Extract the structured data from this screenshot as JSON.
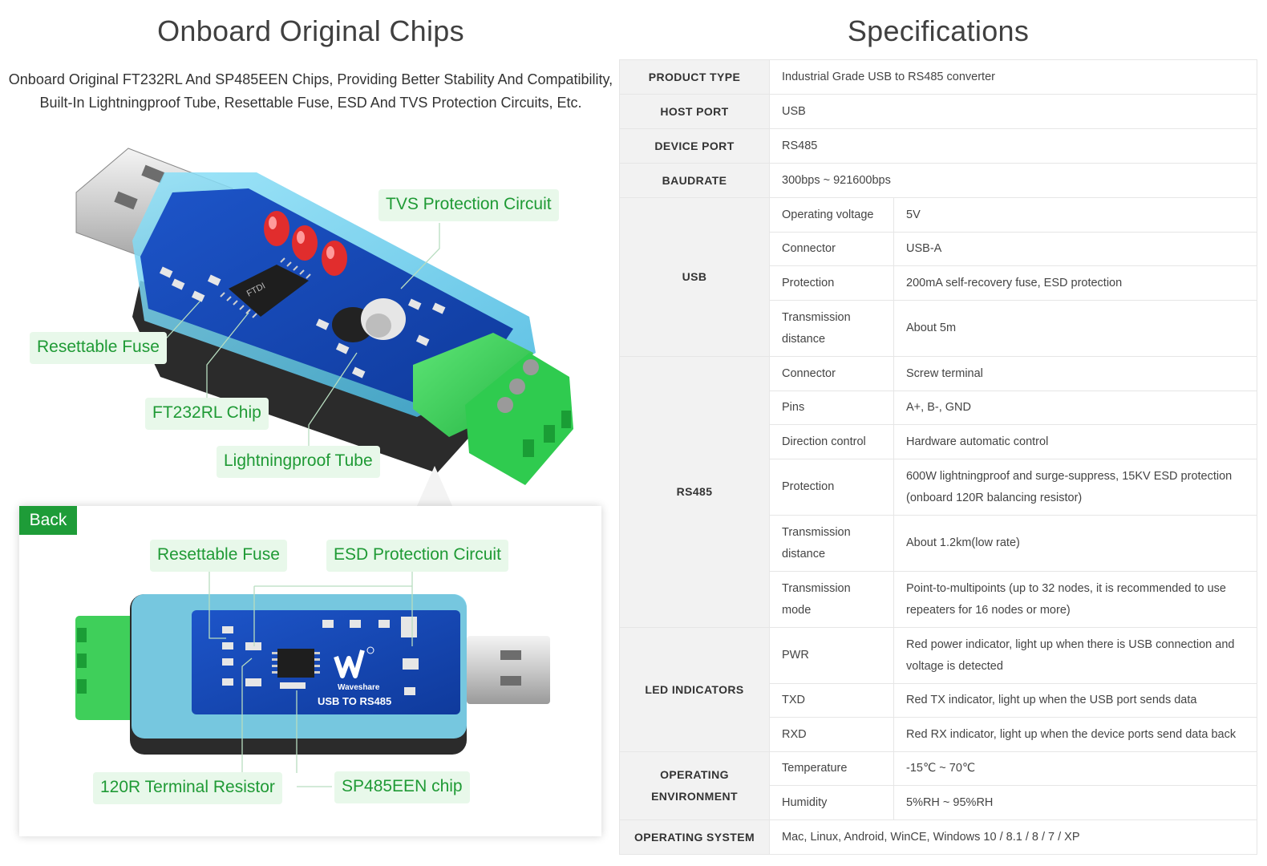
{
  "left": {
    "title": "Onboard Original Chips",
    "desc_line1": "Onboard Original FT232RL And SP485EEN Chips, Providing Better Stability And Compatibility,",
    "desc_line2": "Built-In Lightningproof Tube, Resettable Fuse, ESD And TVS Protection Circuits, Etc.",
    "front_callouts": {
      "tvs": "TVS Protection Circuit",
      "fuse": "Resettable Fuse",
      "ft232": "FT232RL Chip",
      "tube": "Lightningproof Tube"
    },
    "back": {
      "tag": "Back",
      "callouts": {
        "fuse": "Resettable Fuse",
        "esd": "ESD Protection Circuit",
        "resistor": "120R Terminal Resistor",
        "sp485": "SP485EEN chip"
      },
      "board_brand": "Waveshare",
      "board_label": "USB TO RS485"
    },
    "chip_marking": "FTDI",
    "colors": {
      "callout_text": "#1f9a35",
      "callout_bg": "#e8f8ea",
      "tag_bg": "#1e9c38",
      "pcb": "#1746b8",
      "terminal": "#3fcf5a",
      "case": "#6fd4f2"
    }
  },
  "right": {
    "title": "Specifications",
    "rows": {
      "product_type": {
        "h": "PRODUCT TYPE",
        "v": "Industrial Grade USB to RS485 converter"
      },
      "host_port": {
        "h": "HOST PORT",
        "v": "USB"
      },
      "device_port": {
        "h": "DEVICE PORT",
        "v": "RS485"
      },
      "baudrate": {
        "h": "BAUDRATE",
        "v": "300bps ~ 921600bps"
      },
      "usb": {
        "h": "USB",
        "items": [
          {
            "k": "Operating voltage",
            "v": "5V"
          },
          {
            "k": "Connector",
            "v": "USB-A"
          },
          {
            "k": "Protection",
            "v": "200mA self-recovery fuse, ESD protection"
          },
          {
            "k1": "Transmission",
            "k2": "distance",
            "v": "About 5m"
          }
        ]
      },
      "rs485": {
        "h": "RS485",
        "items": [
          {
            "k": "Connector",
            "v": "Screw terminal"
          },
          {
            "k": "Pins",
            "v": "A+, B-, GND"
          },
          {
            "k": "Direction control",
            "v": "Hardware automatic control"
          },
          {
            "k": "Protection",
            "v1": "600W lightningproof and surge-suppress, 15KV ESD protection",
            "v2": "(onboard 120R balancing resistor)"
          },
          {
            "k1": "Transmission",
            "k2": "distance",
            "v": "About 1.2km(low rate)"
          },
          {
            "k1": "Transmission",
            "k2": "mode",
            "v1": "Point-to-multipoints (up to 32 nodes, it is recommended to use",
            "v2": "repeaters for 16 nodes or more)"
          }
        ]
      },
      "led": {
        "h": "LED INDICATORS",
        "items": [
          {
            "k": "PWR",
            "v1": "Red power indicator, light up when there is USB connection and",
            "v2": "voltage is detected"
          },
          {
            "k": "TXD",
            "v": "Red TX indicator, light up when the USB port sends data"
          },
          {
            "k": "RXD",
            "v": "Red RX indicator, light up when the device ports send data back"
          }
        ]
      },
      "env": {
        "h1": "OPERATING",
        "h2": "ENVIRONMENT",
        "items": [
          {
            "k": "Temperature",
            "v": "-15℃ ~ 70℃"
          },
          {
            "k": "Humidity",
            "v": "5%RH ~ 95%RH"
          }
        ]
      },
      "os": {
        "h": "OPERATING SYSTEM",
        "v": "Mac, Linux, Android, WinCE, Windows 10 / 8.1 / 8 / 7 / XP"
      }
    }
  }
}
